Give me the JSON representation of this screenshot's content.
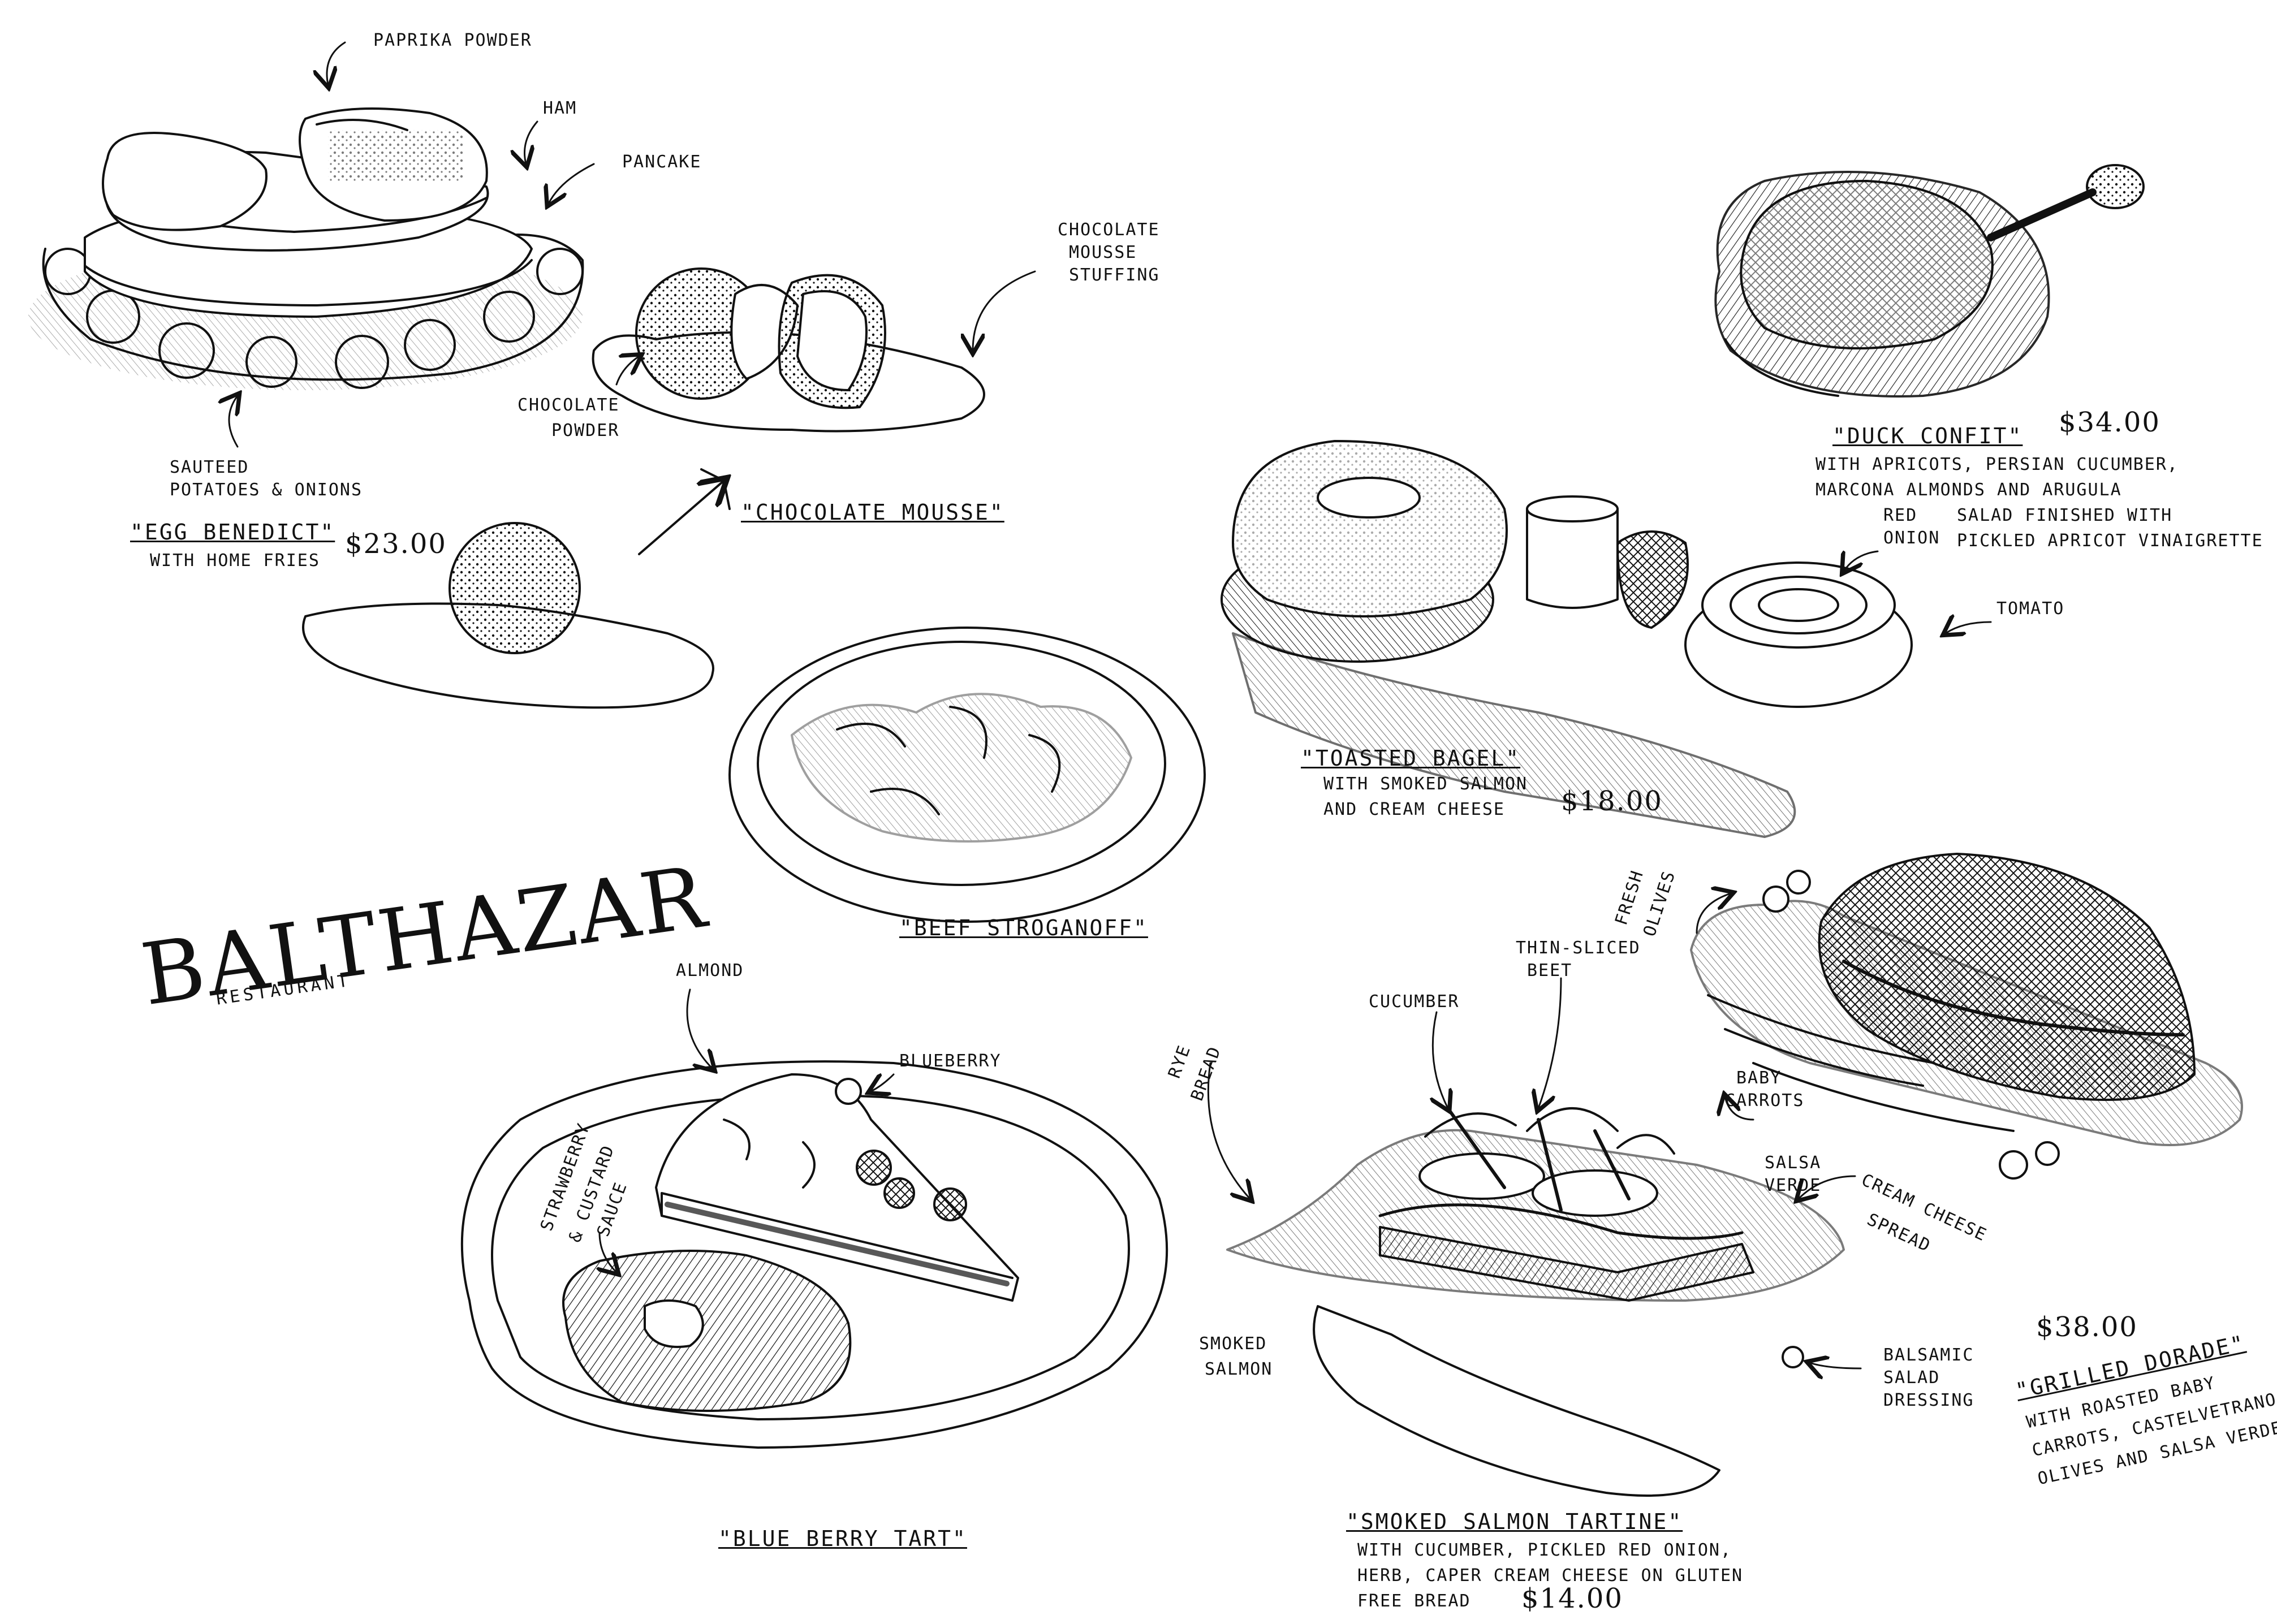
{
  "brand": {
    "name": "BALTHAZAR",
    "sub": "RESTAURANT"
  },
  "egg": {
    "title": "\"EGG BENEDICT\"",
    "desc": "WITH HOME FRIES",
    "price": "$23.00",
    "labels": {
      "paprika": "PAPRIKA POWDER",
      "ham": "HAM",
      "pancake": "PANCAKE",
      "potatoes_1": "SAUTEED",
      "potatoes_2": "POTATOES & ONIONS"
    }
  },
  "mousse": {
    "title": "\"CHOCOLATE MOUSSE\"",
    "labels": {
      "stuffing_1": "CHOCOLATE",
      "stuffing_2": "MOUSSE",
      "stuffing_3": "STUFFING",
      "powder_1": "CHOCOLATE",
      "powder_2": "POWDER"
    }
  },
  "duck": {
    "title": "\"DUCK CONFIT\"",
    "price": "$34.00",
    "desc_1": "WITH APRICOTS, PERSIAN CUCUMBER,",
    "desc_2": "MARCONA ALMONDS AND ARUGULA",
    "desc_3": "SALAD FINISHED WITH",
    "desc_4": "PICKLED APRICOT VINAIGRETTE",
    "labels": {
      "red": "RED",
      "onion": "ONION"
    }
  },
  "bagel": {
    "title": "\"TOASTED BAGEL\"",
    "desc_1": "WITH SMOKED SALMON",
    "desc_2": "AND CREAM CHEESE",
    "price": "$18.00",
    "labels": {
      "tomato": "TOMATO"
    }
  },
  "beef": {
    "title": "\"BEEF STROGANOFF\""
  },
  "tart": {
    "title": "\"BLUE BERRY TART\"",
    "labels": {
      "almond": "ALMOND",
      "blueberry": "BLUEBERRY",
      "sauce_1": "STRAWBERRY",
      "sauce_2": "& CUSTARD",
      "sauce_3": "SAUCE"
    }
  },
  "tartine": {
    "title": "\"SMOKED SALMON TARTINE\"",
    "desc_1": "WITH CUCUMBER, PICKLED RED ONION,",
    "desc_2": "HERB, CAPER CREAM CHEESE ON GLUTEN",
    "desc_3": "FREE BREAD",
    "price": "$14.00",
    "labels": {
      "rye_1": "RYE",
      "rye_2": "BREAD",
      "cucumber": "CUCUMBER",
      "beet_1": "THIN-SLICED",
      "beet_2": "BEET",
      "smoked_1": "SMOKED",
      "smoked_2": "SALMON",
      "balsamic_1": "BALSAMIC",
      "balsamic_2": "SALAD",
      "balsamic_3": "DRESSING",
      "cream_1": "CREAM CHEESE",
      "cream_2": "SPREAD"
    }
  },
  "dorade": {
    "title": "\"GRILLED DORADE\"",
    "price": "$38.00",
    "desc_1": "WITH ROASTED BABY",
    "desc_2": "CARROTS, CASTELVETRANO",
    "desc_3": "OLIVES AND SALSA VERDE",
    "labels": {
      "olives_1": "FRESH",
      "olives_2": "OLIVES",
      "carrots_1": "BABY",
      "carrots_2": "CARROTS",
      "salsa_1": "SALSA",
      "salsa_2": "VERDE"
    }
  }
}
